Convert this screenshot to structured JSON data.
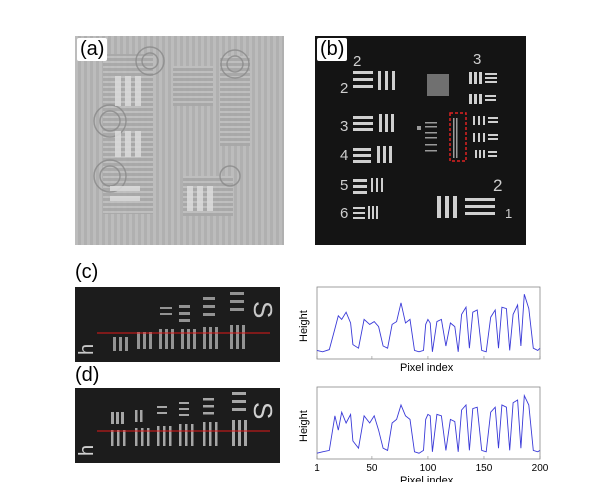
{
  "panels": {
    "a": {
      "label": "(a)"
    },
    "b": {
      "label": "(b)",
      "group_numbers": [
        "2",
        "3",
        "4",
        "5",
        "6"
      ],
      "top_right_number": "3",
      "top_center_number": "2",
      "right_number": "2",
      "bottom_right_small": "1",
      "highlight_color": "#dd2222"
    },
    "c": {
      "label": "(c)",
      "glyph": "S",
      "bottom_glyph": "h"
    },
    "d": {
      "label": "(d)",
      "glyph": "S",
      "bottom_glyph": "h"
    }
  },
  "profile_plots": {
    "ylabel": "Height",
    "xlabel": "Pixel index",
    "xticks": [
      "1",
      "50",
      "100",
      "150",
      "200"
    ],
    "line_color": "#3a3ad8",
    "red_line_color": "#e01818"
  },
  "chart_data": [
    {
      "type": "line",
      "panel": "c",
      "xlabel": "Pixel index",
      "ylabel": "Height",
      "xlim": [
        1,
        200
      ],
      "ylim": [
        0,
        1
      ],
      "x": [
        1,
        6,
        12,
        17,
        20,
        23,
        27,
        31,
        33,
        38,
        43,
        48,
        52,
        56,
        60,
        64,
        68,
        72,
        76,
        80,
        84,
        88,
        92,
        96,
        98,
        100,
        102,
        104,
        108,
        112,
        116,
        120,
        124,
        127,
        130,
        134,
        137,
        140,
        144,
        148,
        152,
        156,
        160,
        163,
        166,
        170,
        173,
        176,
        180,
        183,
        186,
        190,
        194,
        198,
        200
      ],
      "series": [
        {
          "values": [
            0.12,
            0.1,
            0.13,
            0.42,
            0.6,
            0.55,
            0.65,
            0.5,
            0.2,
            0.15,
            0.55,
            0.48,
            0.52,
            0.45,
            0.18,
            0.15,
            0.48,
            0.52,
            0.78,
            0.5,
            0.55,
            0.12,
            0.1,
            0.12,
            0.48,
            0.55,
            0.5,
            0.1,
            0.52,
            0.55,
            0.18,
            0.5,
            0.45,
            0.1,
            0.62,
            0.72,
            0.15,
            0.65,
            0.68,
            0.12,
            0.1,
            0.58,
            0.68,
            0.15,
            0.72,
            0.7,
            0.12,
            0.62,
            0.75,
            0.18,
            0.9,
            0.7,
            0.15,
            0.12,
            0.15
          ]
        }
      ]
    },
    {
      "type": "line",
      "panel": "d",
      "xlabel": "Pixel index",
      "ylabel": "Height",
      "xlim": [
        1,
        200
      ],
      "ylim": [
        0,
        1
      ],
      "x": [
        1,
        6,
        12,
        17,
        20,
        23,
        27,
        31,
        33,
        38,
        43,
        48,
        52,
        56,
        60,
        64,
        68,
        72,
        76,
        80,
        84,
        88,
        92,
        96,
        98,
        100,
        102,
        104,
        108,
        112,
        116,
        120,
        124,
        127,
        130,
        134,
        137,
        140,
        144,
        148,
        152,
        156,
        160,
        163,
        166,
        170,
        173,
        176,
        180,
        183,
        186,
        190,
        194,
        198,
        200
      ],
      "series": [
        {
          "values": [
            0.08,
            0.1,
            0.12,
            0.6,
            0.4,
            0.65,
            0.5,
            0.62,
            0.25,
            0.15,
            0.6,
            0.5,
            0.6,
            0.4,
            0.15,
            0.12,
            0.5,
            0.55,
            0.75,
            0.6,
            0.55,
            0.1,
            0.08,
            0.12,
            0.55,
            0.62,
            0.6,
            0.1,
            0.62,
            0.6,
            0.12,
            0.55,
            0.52,
            0.1,
            0.68,
            0.75,
            0.12,
            0.7,
            0.72,
            0.12,
            0.1,
            0.65,
            0.72,
            0.15,
            0.75,
            0.72,
            0.12,
            0.78,
            0.82,
            0.15,
            0.88,
            0.75,
            0.12,
            0.1,
            0.12
          ]
        }
      ]
    }
  ]
}
